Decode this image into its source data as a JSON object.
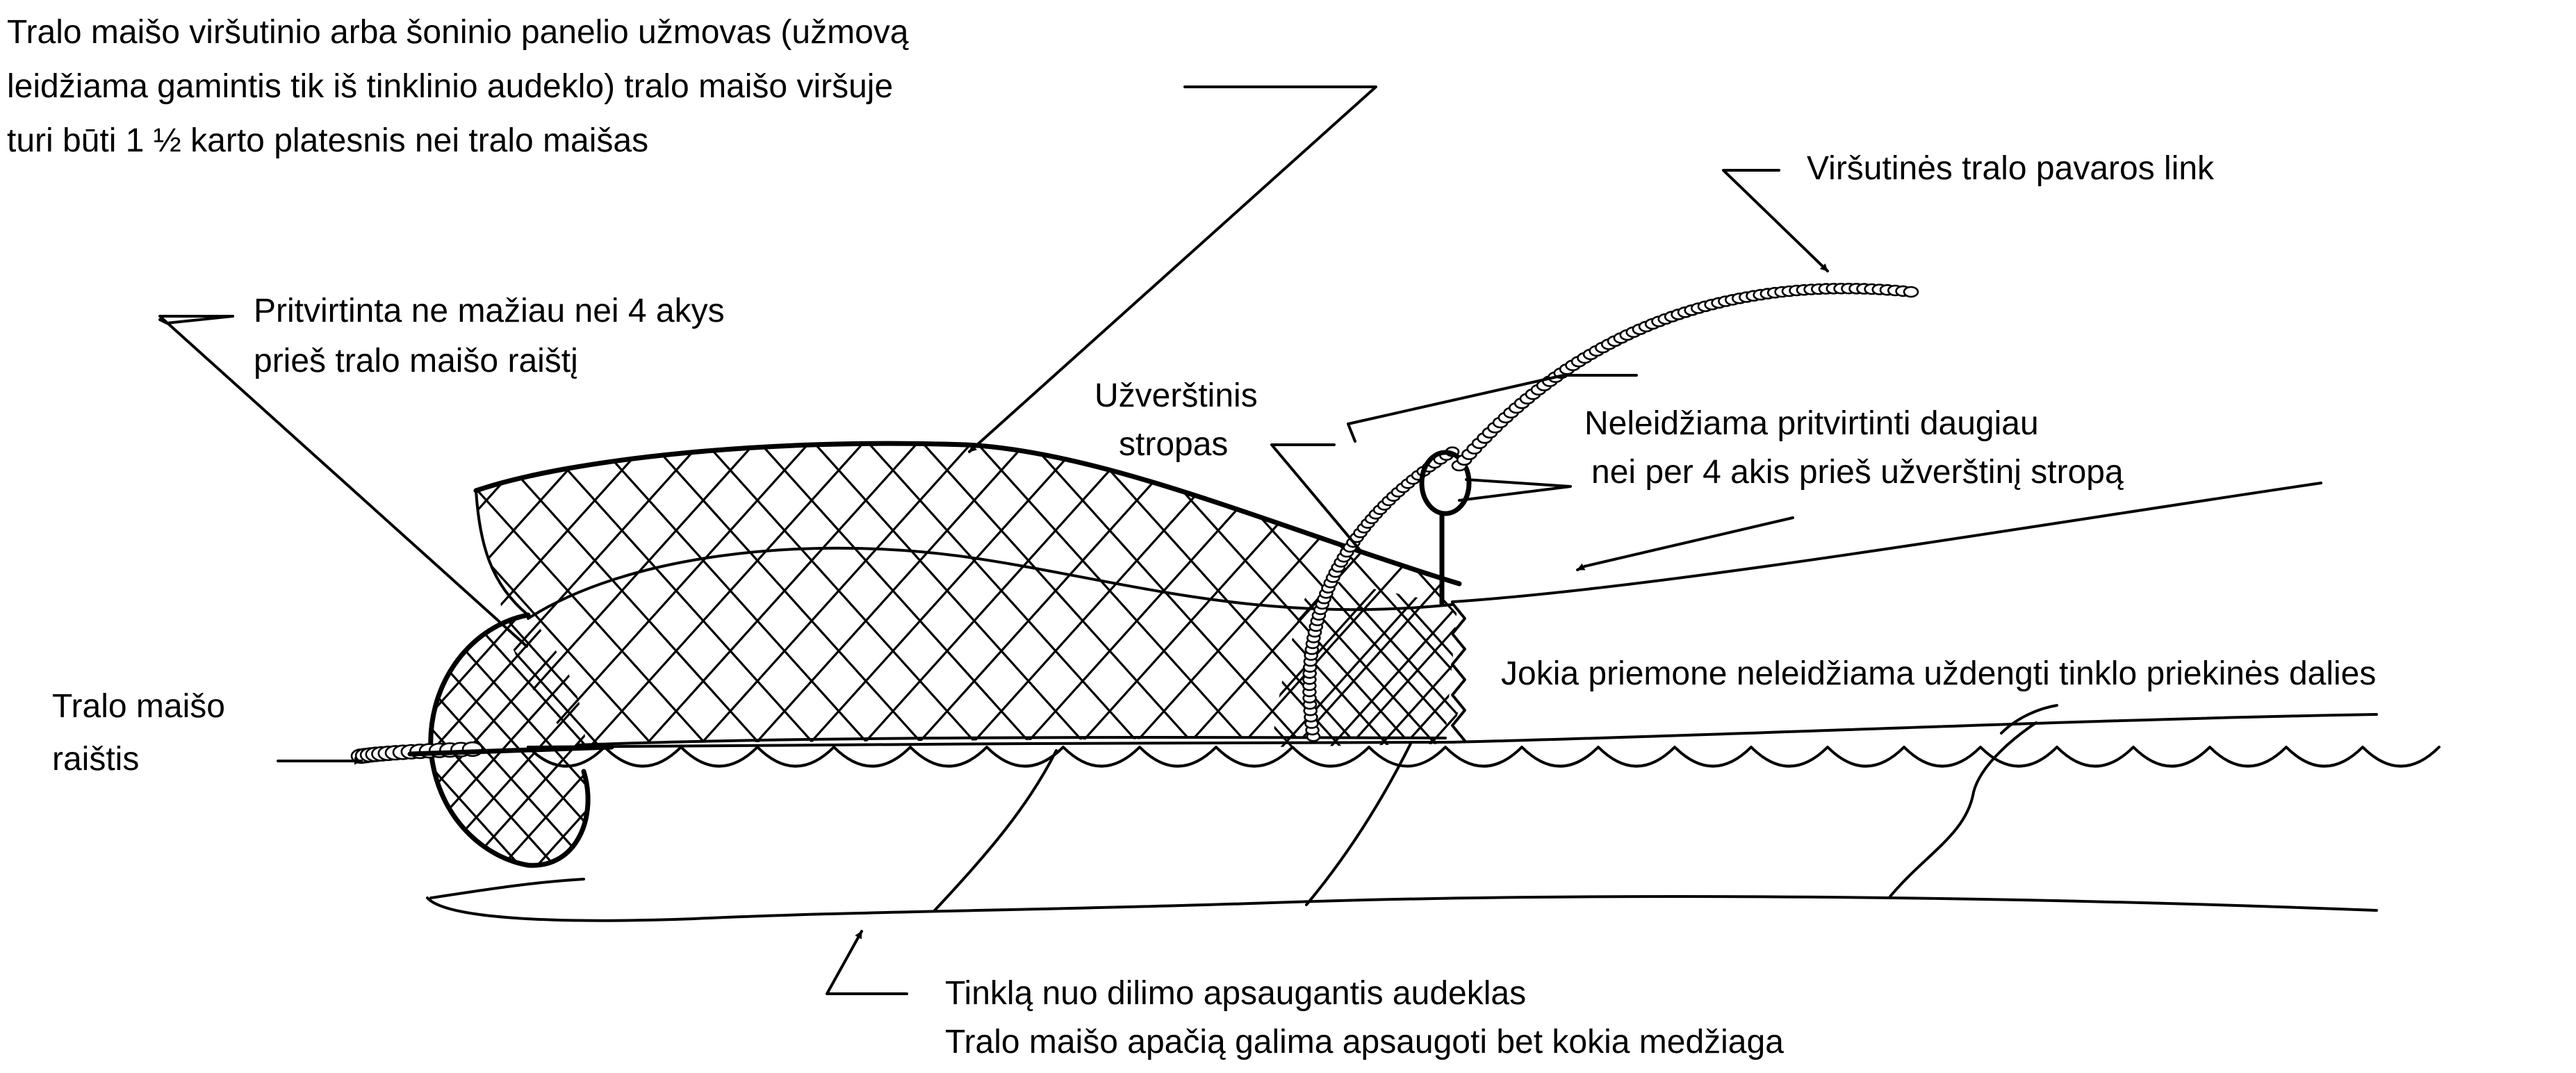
{
  "labels": {
    "top_panel_line1": "Tralo maišo viršutinio arba šoninio panelio užmovas (užmovą",
    "top_panel_line2": "leidžiama gamintis tik iš tinklinio audeklo) tralo maišo viršuje",
    "top_panel_line3": "turi būti 1 ½ karto platesnis nei tralo maišas",
    "upper_tow": "Viršutinės tralo pavaros link",
    "attached_4_line1": "Pritvirtinta ne mažiau nei 4 akys",
    "attached_4_line2": "prieš tralo maišo raištį",
    "strap_line1": "Užverštinis",
    "strap_line2": "stropas",
    "not_more_line1": "Neleidžiama pritvirtinti daugiau",
    "not_more_line2": "nei per 4 akis prieš užverštinį stropą",
    "front_cover": "Jokia priemone neleidžiama uždengti tinklo priekinės dalies",
    "codend_line1": "Tralo maišo",
    "codend_line2": "raištis",
    "bottom_line1": "Tinklą nuo dilimo apsaugantis audeklas",
    "bottom_line2": "Tralo maišo apačią galima apsaugoti bet kokia medžiaga"
  },
  "colors": {
    "ink": "#000000",
    "background": "#ffffff"
  },
  "icons": {
    "codend_knot": "rope-knot-icon",
    "strap_rope": "rope-icon",
    "tow_rope": "rope-icon",
    "net": "mesh-net-icon",
    "arrow": "arrow-icon"
  }
}
